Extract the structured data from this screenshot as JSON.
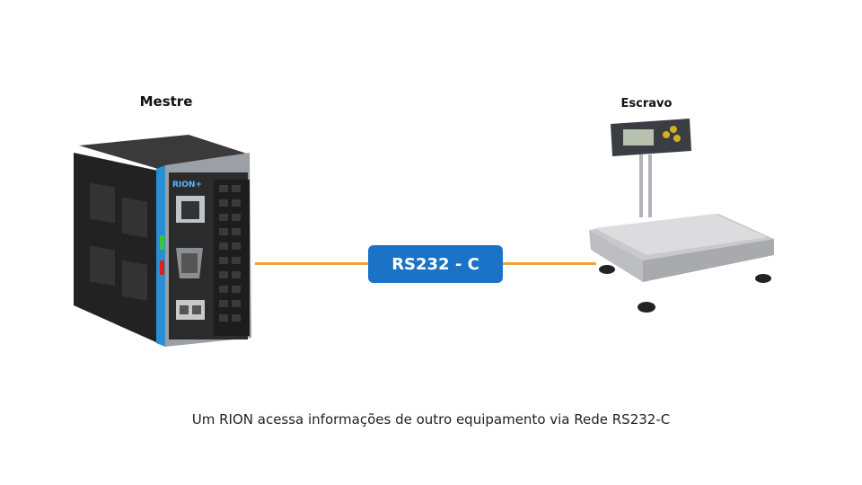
{
  "master": {
    "label": "Mestre",
    "brand": "RION+"
  },
  "slave": {
    "label": "Escravo"
  },
  "link": {
    "label": "RS232 - C",
    "color": "#1a73c7",
    "wire_color": "#f0a040"
  },
  "caption": "Um RION acessa informações de outro equipamento via Rede RS232-C"
}
